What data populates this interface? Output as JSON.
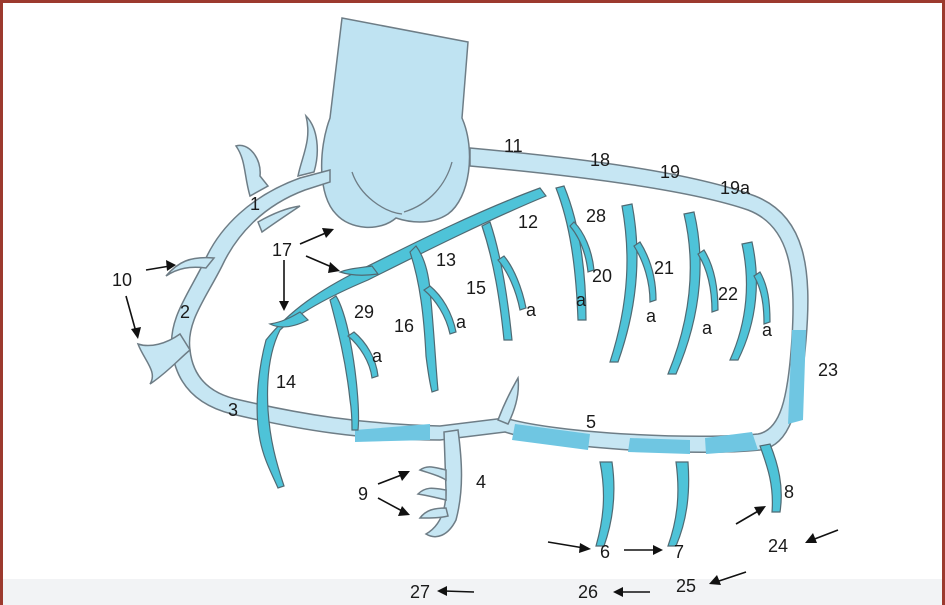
{
  "colors": {
    "frame": "#9c3a2e",
    "vessel_light": "#c6e6f3",
    "vein_cyan": "#4ec3d8",
    "outline": "#6e7d86"
  },
  "labels": {
    "l1": "1",
    "l2": "2",
    "l3": "3",
    "l4": "4",
    "l5": "5",
    "l6": "6",
    "l7": "7",
    "l8": "8",
    "l9": "9",
    "l10": "10",
    "l11": "11",
    "l12": "12",
    "l13": "13",
    "l14": "14",
    "l15": "15",
    "l16": "16",
    "l17": "17",
    "l18": "18",
    "l19": "19",
    "l19a": "19a",
    "l20": "20",
    "l21": "21",
    "l22": "22",
    "l23": "23",
    "l24": "24",
    "l25": "25",
    "l26": "26",
    "l27": "27",
    "l28": "28",
    "l29": "29",
    "a": "a"
  }
}
